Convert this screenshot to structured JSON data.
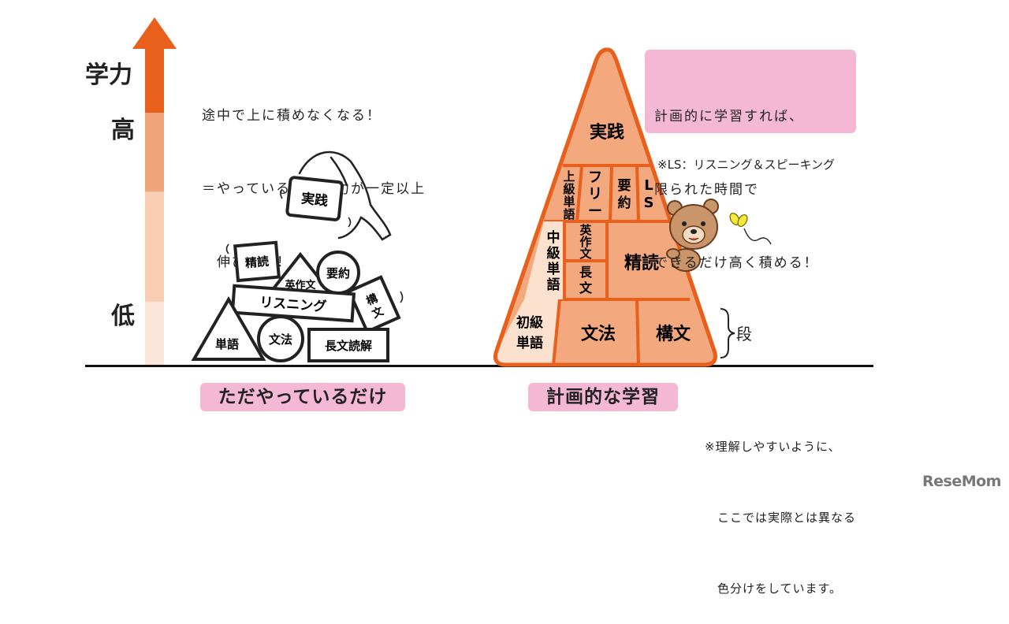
{
  "axis": {
    "title": "学力",
    "high": "高",
    "low": "低"
  },
  "left": {
    "note_lines": [
      "途中で上に積めなくなる！",
      "＝やっているのに学力が一定以上",
      "　伸びない！"
    ],
    "caption": "ただやっているだけ",
    "blocks": {
      "held": "実践",
      "seidoku": "精読",
      "eisakubun": "英作文",
      "yoyaku": "要約",
      "listening": "リスニング",
      "kobun": "構文",
      "tango": "単語",
      "bunpo": "文法",
      "chobun": "長文読解"
    }
  },
  "right": {
    "pink_note_lines": [
      "計画的に学習すれば、",
      "限られた時間で",
      "できるだけ高く積める！"
    ],
    "ls_note": "※LS：リスニング＆スピーキング",
    "step_label": "段",
    "caption": "計画的な学習",
    "pyramid": {
      "top": "実践",
      "row2": [
        "上級単語",
        "フリー",
        "要約",
        "LS"
      ],
      "row3_left": "中級単語",
      "row3_mid_top": "英作文",
      "row3_mid_bottom": "長文",
      "row3_right": "精読",
      "row4": [
        "初級単語",
        "文法",
        "構文"
      ]
    },
    "footnote_lines": [
      "※理解しやすいように、",
      "　ここでは実際とは異なる",
      "　色分けをしています。"
    ]
  },
  "logo": "ReseMom",
  "colors": {
    "arrow_dark": "#e8601c",
    "arrow_mid": "#f2a57a",
    "arrow_light": "#f9cdb1",
    "arrow_pale": "#fce6d9",
    "pyramid_fill": "#f3a87e",
    "pyramid_pale": "#fde1cf",
    "pyramid_stroke": "#e8601c",
    "pink": "#f4b8d4"
  }
}
